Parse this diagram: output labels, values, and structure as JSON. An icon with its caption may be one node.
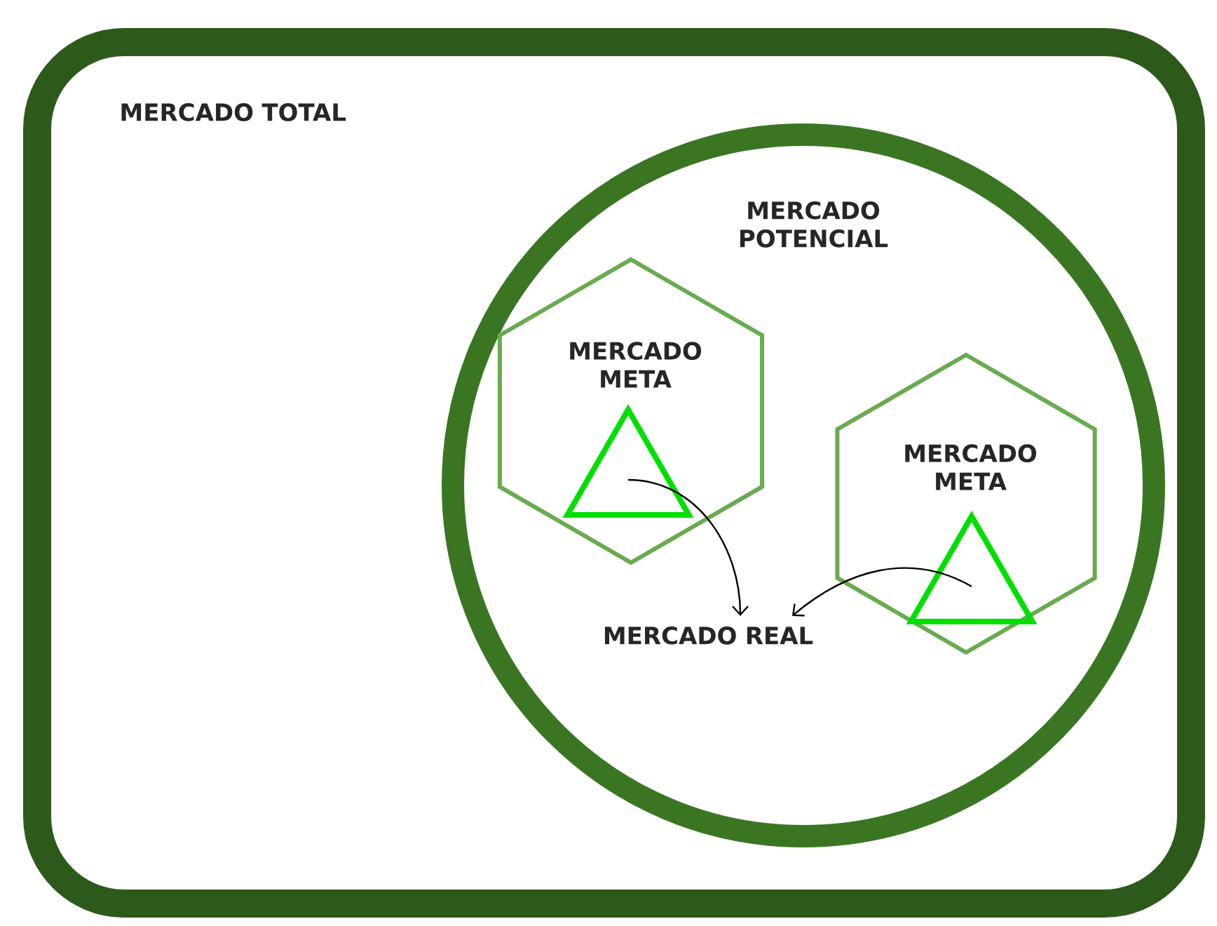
{
  "diagram": {
    "nodes": [
      {
        "text": [
          "MERCADO TOTAL"
        ]
      },
      {
        "text": [
          "MERCADO POTENCIAL"
        ],
        "in": 0
      },
      {
        "text": [
          "MERCADO META"
        ],
        "in": 1
      },
      {
        "text": [],
        "shape": "triangle",
        "in": 2
      },
      {
        "text": [
          "MERCADO META"
        ],
        "in": 1
      },
      {
        "text": [],
        "shape": "triangle",
        "in": 4
      },
      {
        "text": [
          "MERCADO REAL"
        ],
        "in": 1
      }
    ],
    "edges": [
      {
        "from": 3,
        "to": 6,
        "arrow": "to"
      },
      {
        "from": 5,
        "to": 6,
        "arrow": "to"
      }
    ]
  }
}
